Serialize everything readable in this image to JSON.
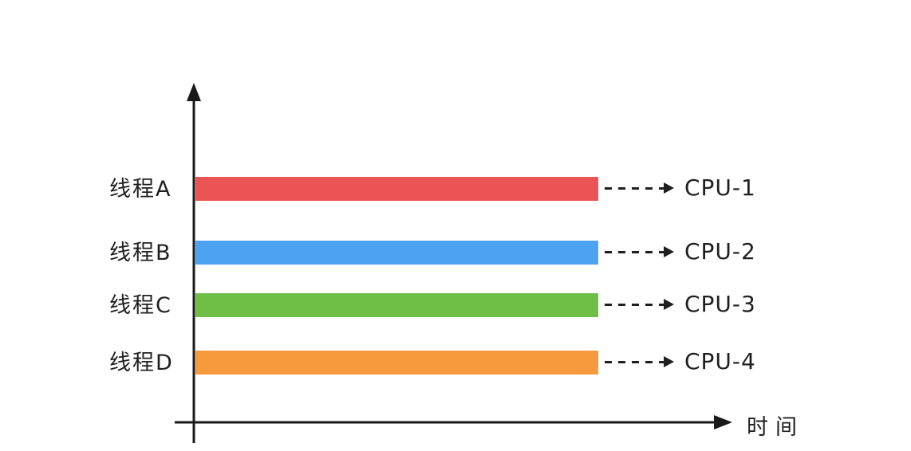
{
  "diagram": {
    "x_axis_label": "时间",
    "axis_color": "#1a1a1a",
    "text_color": "#1f1f1f",
    "rows": [
      {
        "thread": "线程A",
        "cpu": "CPU-1",
        "color": "#ea5455"
      },
      {
        "thread": "线程B",
        "cpu": "CPU-2",
        "color": "#4da2f2"
      },
      {
        "thread": "线程C",
        "cpu": "CPU-3",
        "color": "#6fbe45"
      },
      {
        "thread": "线程D",
        "cpu": "CPU-4",
        "color": "#f7993d"
      }
    ]
  }
}
